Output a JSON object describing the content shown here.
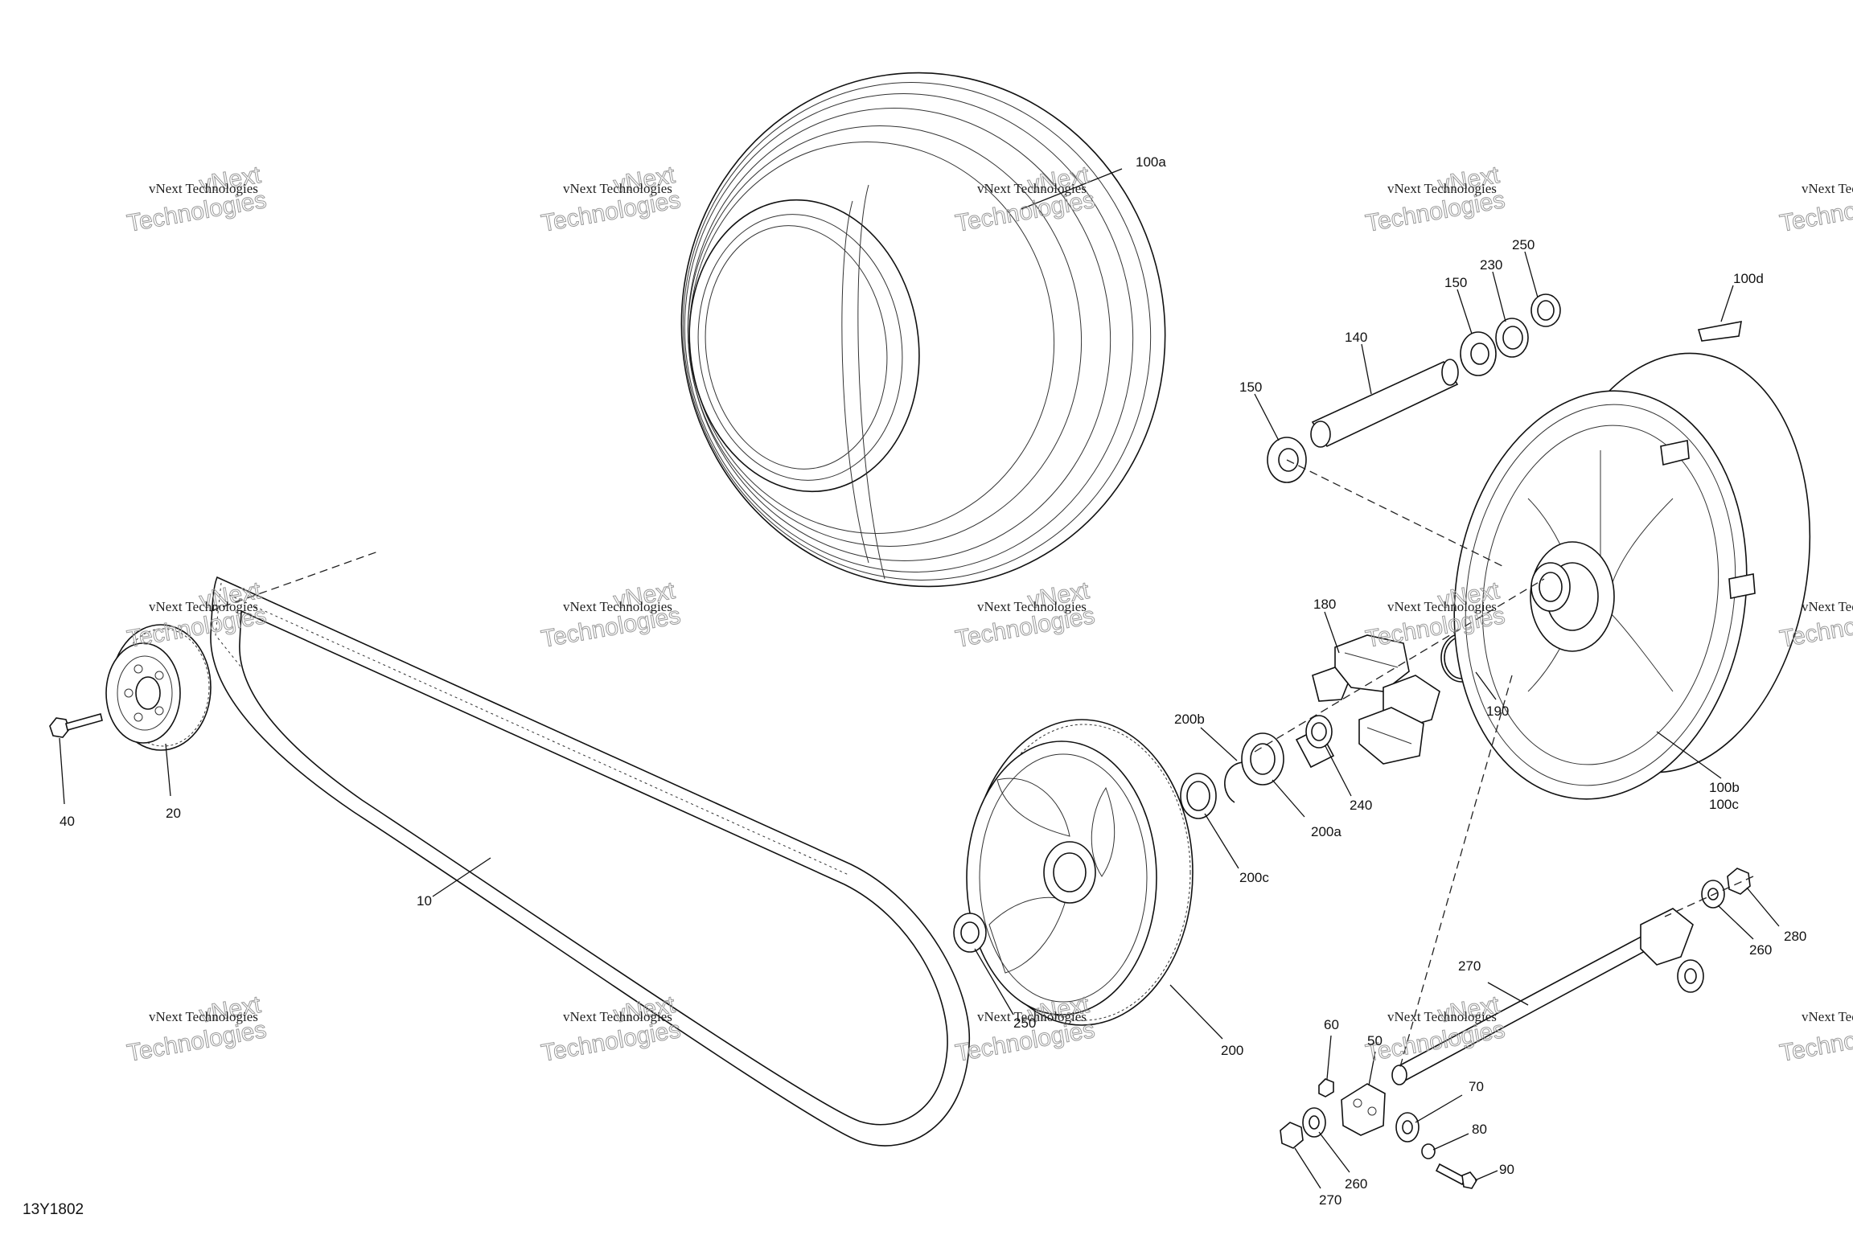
{
  "diagram": {
    "reference": "13Y1802",
    "watermark": {
      "line1": "vNext Technologies",
      "line2": "Technologies",
      "overlay": "vNext"
    },
    "parts": {
      "p100a": "100a",
      "p100d": "100d",
      "p250top": "250",
      "p230": "230",
      "p150top": "150",
      "p140": "140",
      "p150left": "150",
      "p180": "180",
      "p190": "190",
      "p100b": "100b",
      "p100c": "100c",
      "p200b": "200b",
      "p240": "240",
      "p200a": "200a",
      "p200c": "200c",
      "p10": "10",
      "p20": "20",
      "p40": "40",
      "p250bottom": "250",
      "p200": "200",
      "p270right": "270",
      "p260right": "260",
      "p280": "280",
      "p60": "60",
      "p50": "50",
      "p70": "70",
      "p80": "80",
      "p90": "90",
      "p260bottom": "260",
      "p270bottom": "270"
    }
  }
}
